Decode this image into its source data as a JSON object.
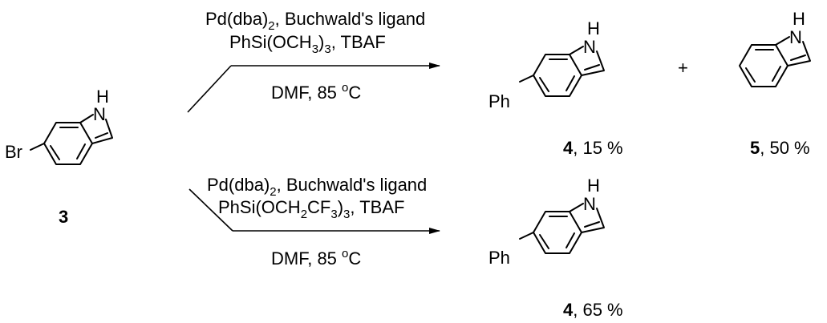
{
  "atoms": {
    "nh": "H",
    "n": "N",
    "br": "Br",
    "ph": "Ph"
  },
  "compounds": {
    "start": {
      "number": "3"
    },
    "top_product": {
      "number": "4",
      "yield": ", 15 %"
    },
    "side_product": {
      "number": "5",
      "yield": ", 50 %"
    },
    "bottom_product": {
      "number": "4",
      "yield": ", 65 %"
    },
    "plus": "+"
  },
  "reactions": {
    "top": {
      "line1": "Pd(dba)",
      "line1_sub": "2",
      "line1_rest": ", Buchwald's ligand",
      "line2_a": "PhSi(OCH",
      "line2_sub": "3",
      "line2_b": ")",
      "line2_sub2": "3",
      "line2_rest": ", TBAF",
      "cond": "DMF, 85 ",
      "cond_sup": "o",
      "cond_unit": "C"
    },
    "bottom": {
      "line1": "Pd(dba)",
      "line1_sub": "2",
      "line1_rest": ", Buchwald's ligand",
      "line2_a": "PhSi(OCH",
      "line2_sub": "2",
      "line2_b": "CF",
      "line2_sub2": "3",
      "line2_c": ")",
      "line2_sub3": "3",
      "line2_rest": ", TBAF",
      "cond": "DMF, 85 ",
      "cond_sup": "o",
      "cond_unit": "C"
    }
  }
}
